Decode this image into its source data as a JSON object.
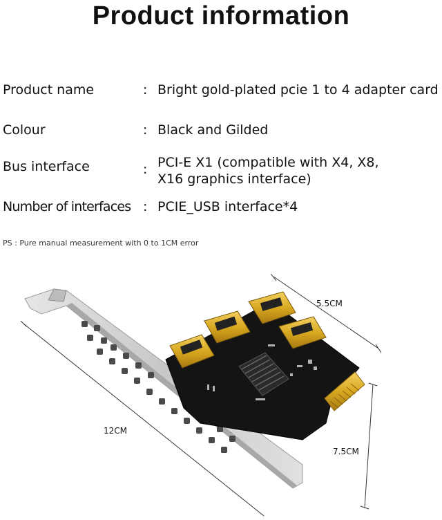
{
  "title": "Product information",
  "specs": [
    {
      "label": "Product name",
      "value": "Bright gold-plated pcie 1 to 4 adapter card"
    },
    {
      "label": "Colour",
      "value": "Black and Gilded"
    },
    {
      "label": "Bus interface",
      "value": "PCI-E X1 (compatible with X4, X8,",
      "value2": "X16 graphics interface)"
    },
    {
      "label": "Number of interfaces",
      "value": "PCIE_USB interface*4"
    }
  ],
  "note": "PS : Pure manual measurement with 0 to 1CM error",
  "dimensions": {
    "length": "12CM",
    "width": "5.5CM",
    "height": "7.5CM"
  },
  "colors": {
    "pcb": "#111111",
    "gold": "#d8a820",
    "bracket": "#cfcfcf"
  }
}
